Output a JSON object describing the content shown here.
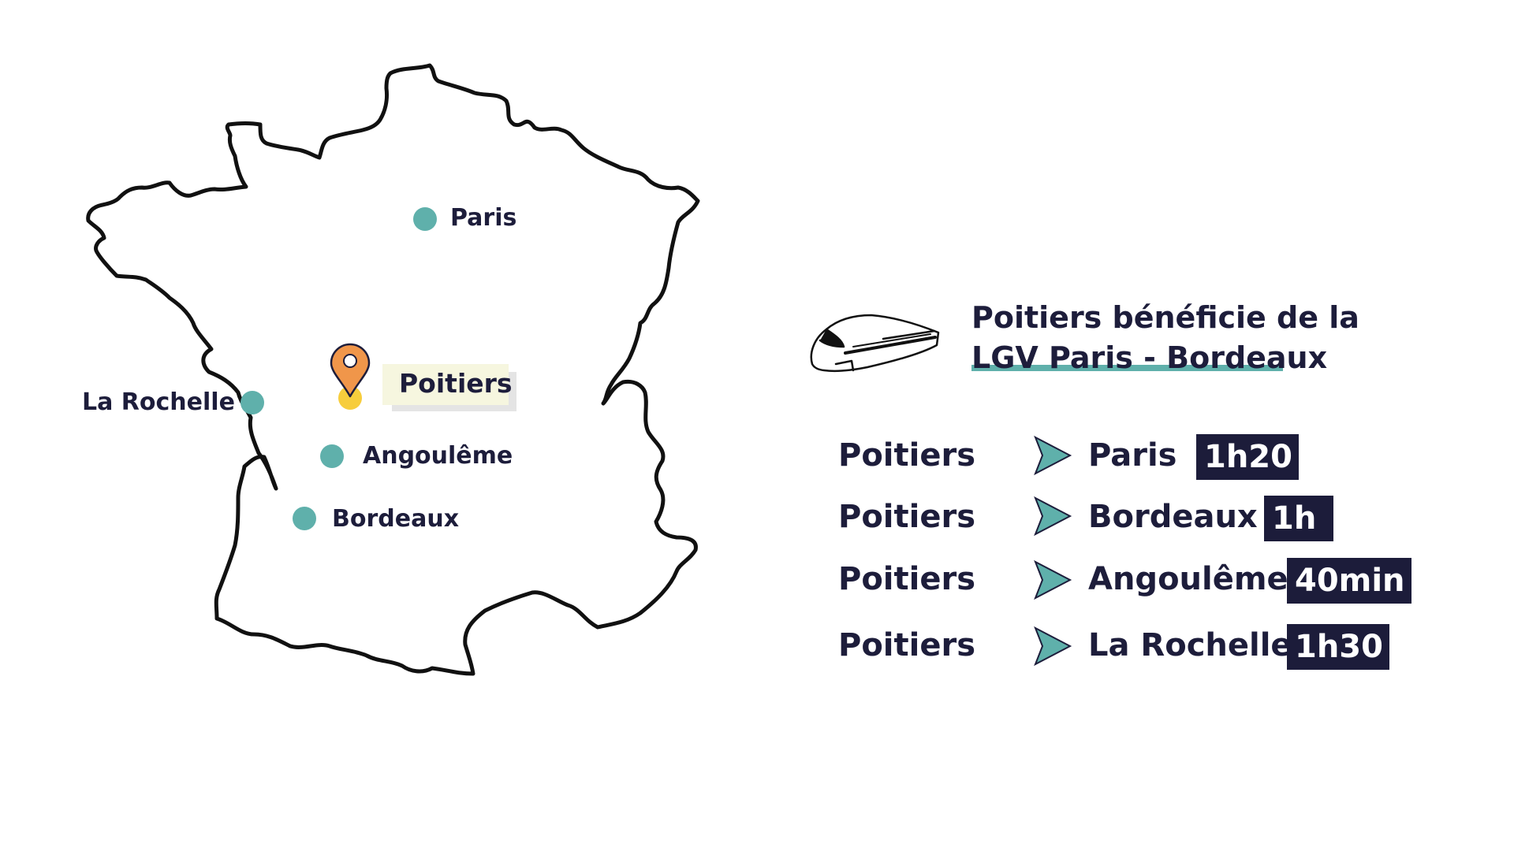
{
  "map": {
    "outline_color": "#111111",
    "dot_color": "#5fb0ab",
    "marker_color": "#f0964a",
    "marker_base_color": "#f7cd3c",
    "cities": [
      {
        "id": "paris",
        "name": "Paris"
      },
      {
        "id": "poitiers",
        "name": "Poitiers"
      },
      {
        "id": "la-rochelle",
        "name": "La Rochelle"
      },
      {
        "id": "angouleme",
        "name": "Angoulême"
      },
      {
        "id": "bordeaux",
        "name": "Bordeaux"
      }
    ]
  },
  "headline": {
    "line1": "Poitiers bénéficie de la",
    "line2": "LGV Paris - Bordeaux",
    "underline_color": "#5fb0ab",
    "icon": "train-icon"
  },
  "routes": [
    {
      "origin": "Poitiers",
      "destination": "Paris",
      "time": "1h20"
    },
    {
      "origin": "Poitiers",
      "destination": "Bordeaux",
      "time": "1h"
    },
    {
      "origin": "Poitiers",
      "destination": "Angoulême",
      "time": "40min"
    },
    {
      "origin": "Poitiers",
      "destination": "La Rochelle",
      "time": "1h30"
    }
  ],
  "colors": {
    "text": "#1d1d3b",
    "time_badge_bg": "#1c1c3a",
    "time_badge_text": "#ffffff",
    "arrow_fill": "#5fb0ab",
    "arrow_outline": "#1d1d3b"
  }
}
